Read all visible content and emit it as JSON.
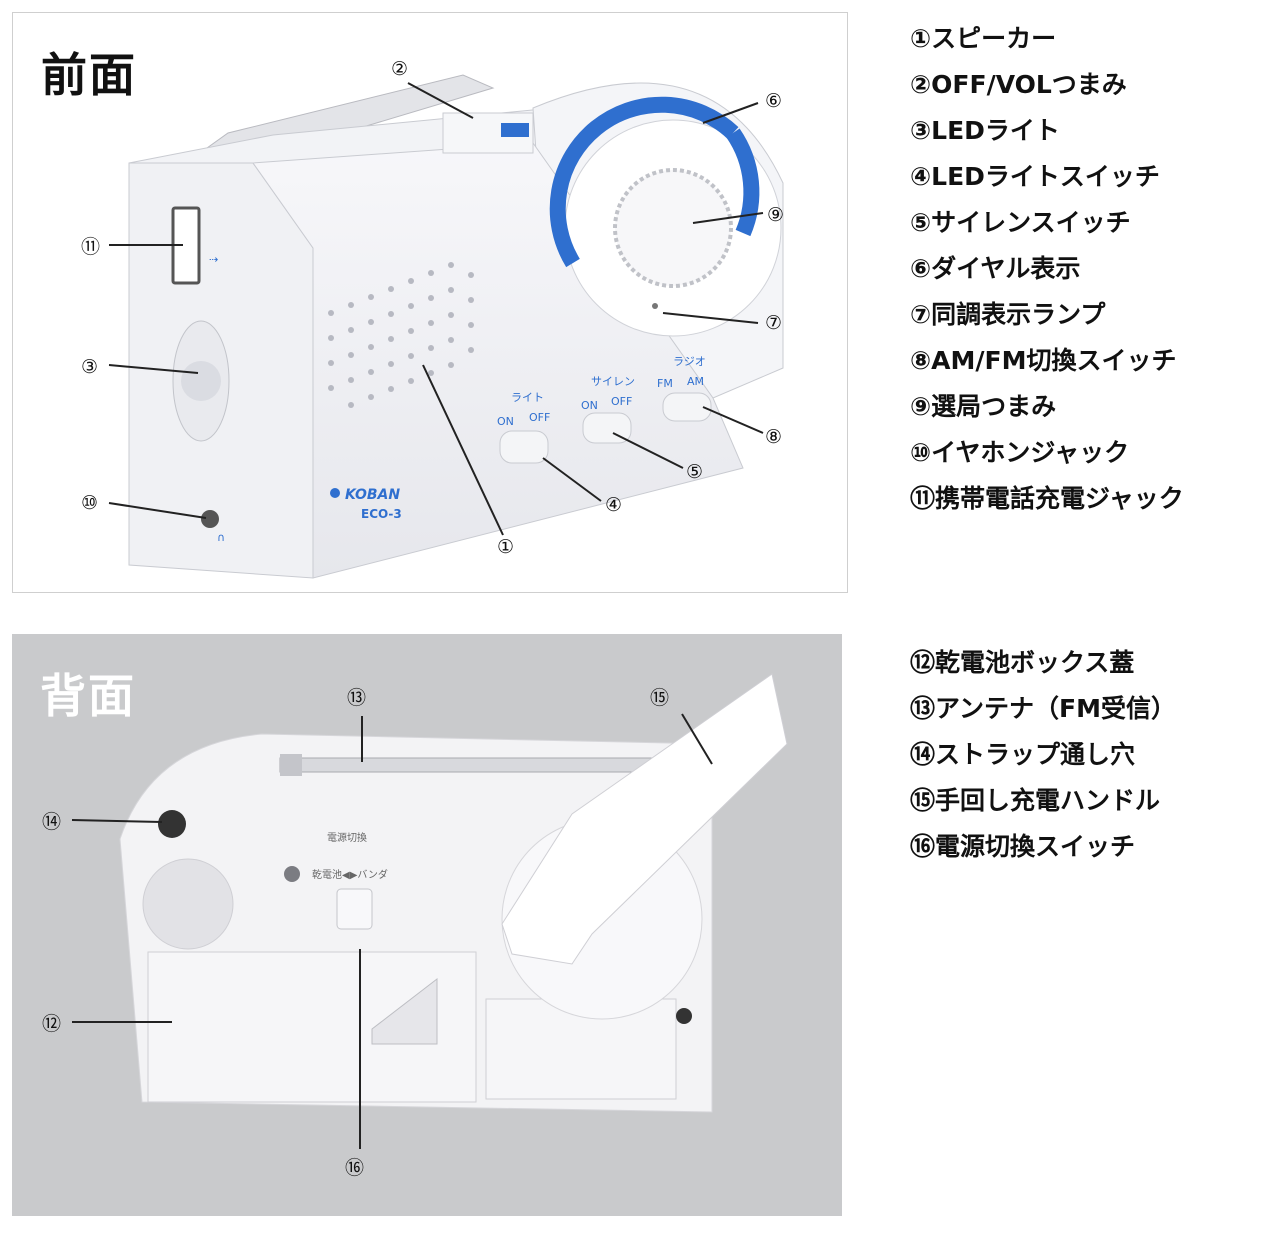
{
  "front": {
    "title": "前面",
    "brand": "KOBAN",
    "model": "ECO-3",
    "labels": {
      "light": "ライト",
      "siren": "サイレン",
      "radio": "ラジオ",
      "on": "ON",
      "off": "OFF",
      "fm": "FM",
      "am": "AM"
    },
    "callouts": [
      "②",
      "⑥",
      "⑪",
      "⑨",
      "③",
      "⑦",
      "⑧",
      "⑤",
      "⑩",
      "④",
      "①"
    ],
    "legend": [
      "①スピーカー",
      "②OFF/VOLつまみ",
      "③LEDライト",
      "④LEDライトスイッチ",
      "⑤サイレンスイッチ",
      "⑥ダイヤル表示",
      "⑦同調表示ランプ",
      "⑧AM/FM切換スイッチ",
      "⑨選局つまみ",
      "⑩イヤホンジャック",
      "⑪携帯電話充電ジャック"
    ]
  },
  "back": {
    "title": "背面",
    "switch_caption": "電源切換",
    "switch_label": "乾電池◀▶バンダ",
    "callouts": [
      "⑬",
      "⑮",
      "⑭",
      "⑫",
      "⑯"
    ],
    "legend": [
      "⑫乾電池ボックス蓋",
      "⑬アンテナ（FM受信）",
      "⑭ストラップ通し穴",
      "⑮手回し充電ハンドル",
      "⑯電源切換スイッチ"
    ]
  },
  "colors": {
    "accent_blue": "#2f6fcf",
    "back_bg": "#c9cacc"
  }
}
